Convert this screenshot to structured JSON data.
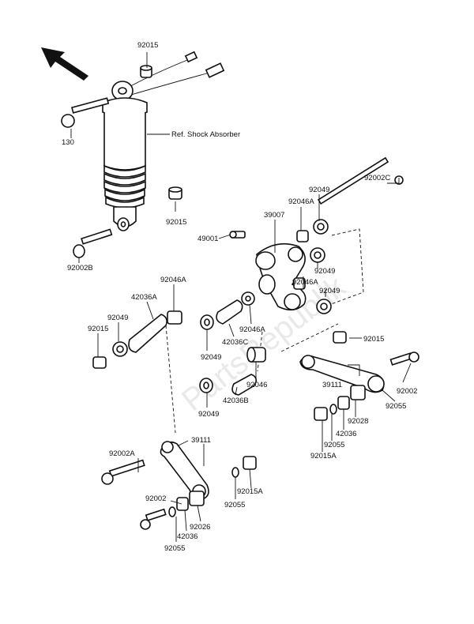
{
  "diagram": {
    "reference_label": "Ref. Shock Absorber",
    "watermark": "PartsRepublik",
    "callouts": {
      "p92015_top": "92015",
      "p130": "130",
      "p92015_mid": "92015",
      "p92002B": "92002B",
      "p92002C": "92002C",
      "p92049_a": "92049",
      "p92046A_a": "92046A",
      "p39007": "39007",
      "p49001": "49001",
      "p92049_b": "92049",
      "p92046A_b": "92046A",
      "p92049_c": "92049",
      "p92046A_left": "92046A",
      "p42036A": "42036A",
      "p92049_left": "92049",
      "p92015_left": "92015",
      "p92046A_c": "92046A",
      "p42036C": "42036C",
      "p92049_d": "92049",
      "p92046": "92046",
      "p92015_right": "92015",
      "p39111_right": "39111",
      "p92002_right": "92002",
      "p92055_right": "92055",
      "p42036B": "42036B",
      "p92049_e": "92049",
      "p92028": "92028",
      "p42036_right": "42036",
      "p92055_r2": "92055",
      "p92015A_right": "92015A",
      "p39111_left": "39111",
      "p92002A": "92002A",
      "p92002_left": "92002",
      "p92055_left": "92055",
      "p92015A_left": "92015A",
      "p92026": "92026",
      "p42036_left": "42036",
      "p92055_l2": "92055"
    }
  }
}
